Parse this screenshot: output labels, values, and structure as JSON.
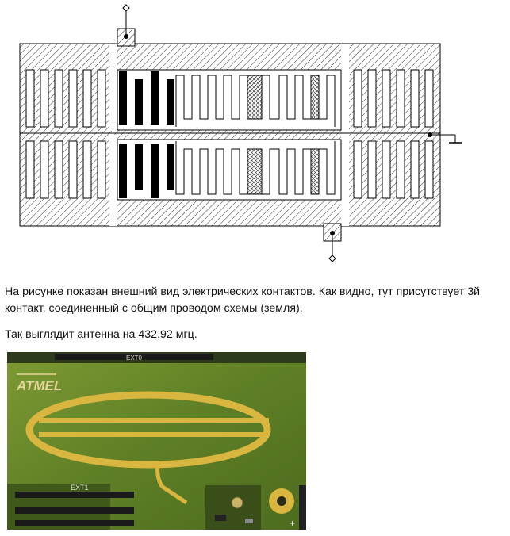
{
  "paragraphs": {
    "p1_line1": "На рисунке показан внешний вид электрических контактов. Как видно, тут присутствует 3й",
    "p1_line2": "контакт, соединенный с общим проводом схемы (земля).",
    "p2": "Так выглядит антенна на 432.92 мгц."
  },
  "photo": {
    "logo_text": "ATMEL",
    "board_labels": [
      "EXT0",
      "EXT1",
      "+"
    ]
  },
  "colors": {
    "pcb_green": "#6b8a2a",
    "trace_gold": "#d8b640",
    "hatch": "#333333"
  }
}
